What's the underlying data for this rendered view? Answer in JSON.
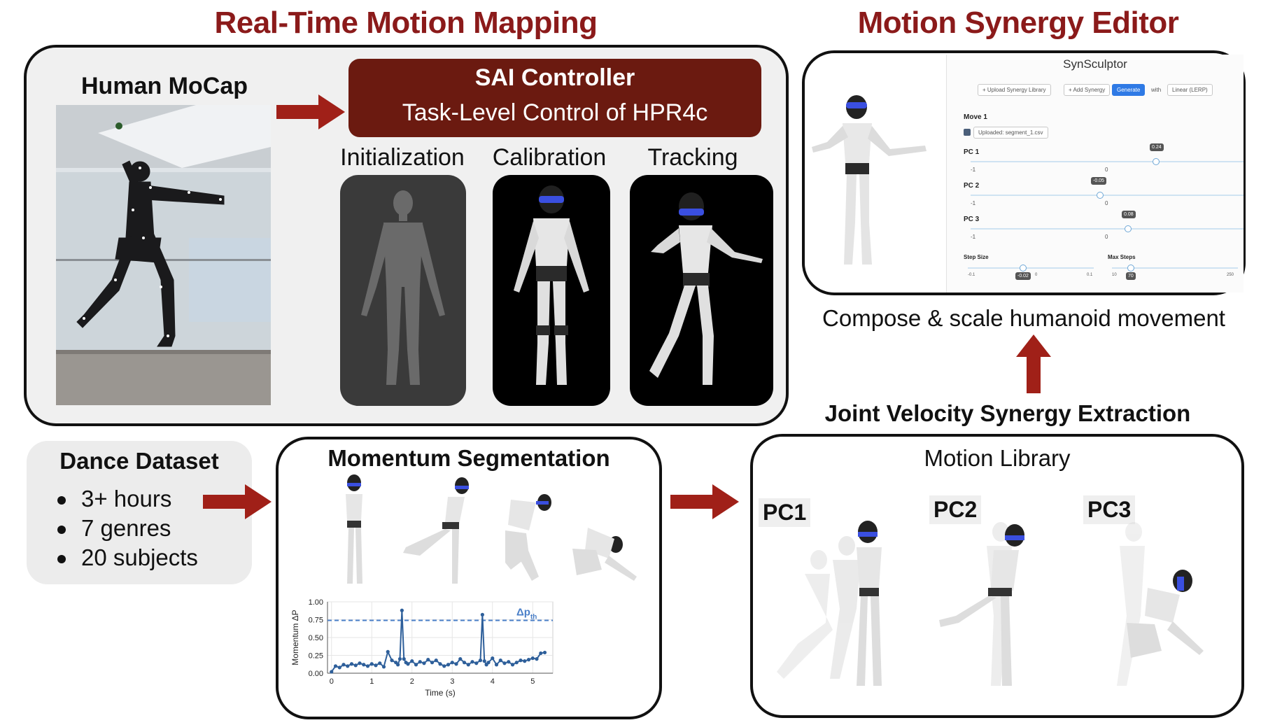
{
  "headings": {
    "left": "Real-Time Motion Mapping",
    "right": "Motion Synergy Editor",
    "synergy_extraction": "Joint Velocity Synergy Extraction"
  },
  "mocap": {
    "title": "Human MoCap"
  },
  "sai": {
    "title": "SAI Controller",
    "subtitle": "Task-Level Control of HPR4c",
    "color": "#6b1a10"
  },
  "stages": [
    "Initialization",
    "Calibration",
    "Tracking"
  ],
  "editor": {
    "app_title": "SynSculptor",
    "buttons": {
      "upload": "+ Upload Synergy Library",
      "add": "+ Add Synergy",
      "generate": "Generate",
      "with": "with",
      "method": "Linear (LERP)"
    },
    "move_label": "Move 1",
    "uploaded": "Uploaded: segment_1.csv",
    "pcs": [
      {
        "label": "PC 1",
        "value": "0.24",
        "min": "-1",
        "mid": "0",
        "level": 0.24
      },
      {
        "label": "PC 2",
        "value": "-0.05",
        "min": "-1",
        "mid": "0",
        "level": -0.05
      },
      {
        "label": "PC 3",
        "value": "0.08",
        "min": "-1",
        "mid": "0",
        "level": 0.08
      }
    ],
    "step_size": {
      "label": "Step Size",
      "min": "-0.1",
      "value": "-0.02",
      "mid": "0",
      "max": "0.1"
    },
    "max_steps": {
      "label": "Max Steps",
      "min": "10",
      "value": "70",
      "max": "250"
    },
    "caption": "Compose & scale humanoid movement"
  },
  "dataset": {
    "title": "Dance Dataset",
    "items": [
      "3+ hours",
      "7 genres",
      "20 subjects"
    ]
  },
  "segmentation": {
    "title": "Momentum Segmentation"
  },
  "library": {
    "title": "Motion Library",
    "pcs": [
      "PC1",
      "PC2",
      "PC3"
    ]
  },
  "chart_data": {
    "type": "line",
    "title": "",
    "xlabel": "Time (s)",
    "ylabel": "Momentum ΔP",
    "xlim": [
      -0.1,
      5.5
    ],
    "ylim": [
      0,
      1.0
    ],
    "xticks": [
      "0",
      "1",
      "2",
      "3",
      "4",
      "5"
    ],
    "yticks": [
      "0.00",
      "0.25",
      "0.50",
      "0.75",
      "1.00"
    ],
    "threshold": {
      "label": "Δp",
      "subscript": "th",
      "value": 0.74
    },
    "series": [
      {
        "x": [
          0,
          0.1,
          0.2,
          0.3,
          0.4,
          0.5,
          0.6,
          0.7,
          0.8,
          0.9,
          1.0,
          1.1,
          1.2,
          1.3,
          1.4,
          1.5,
          1.6,
          1.65,
          1.7,
          1.75,
          1.8,
          1.85,
          1.9,
          2.0,
          2.1,
          2.2,
          2.3,
          2.4,
          2.5,
          2.6,
          2.7,
          2.8,
          2.9,
          3.0,
          3.1,
          3.2,
          3.3,
          3.4,
          3.5,
          3.6,
          3.7,
          3.75,
          3.8,
          3.85,
          3.9,
          4.0,
          4.1,
          4.2,
          4.3,
          4.4,
          4.5,
          4.6,
          4.7,
          4.8,
          4.9,
          5.0,
          5.1,
          5.2,
          5.3
        ],
        "y": [
          0.02,
          0.1,
          0.08,
          0.12,
          0.1,
          0.13,
          0.11,
          0.14,
          0.12,
          0.1,
          0.13,
          0.11,
          0.14,
          0.09,
          0.3,
          0.18,
          0.15,
          0.12,
          0.2,
          0.88,
          0.2,
          0.15,
          0.13,
          0.17,
          0.12,
          0.16,
          0.14,
          0.19,
          0.15,
          0.18,
          0.13,
          0.1,
          0.12,
          0.15,
          0.13,
          0.2,
          0.15,
          0.12,
          0.16,
          0.14,
          0.18,
          0.82,
          0.17,
          0.12,
          0.15,
          0.21,
          0.12,
          0.18,
          0.14,
          0.16,
          0.12,
          0.15,
          0.18,
          0.17,
          0.19,
          0.21,
          0.2,
          0.28,
          0.29
        ],
        "color": "#2e5f9a"
      }
    ],
    "grid": true
  },
  "colors": {
    "accent_red": "#8b1a1a",
    "arrow": "#a02018",
    "threshold": "#4a7fc8",
    "generate_btn": "#2f7ae5"
  }
}
